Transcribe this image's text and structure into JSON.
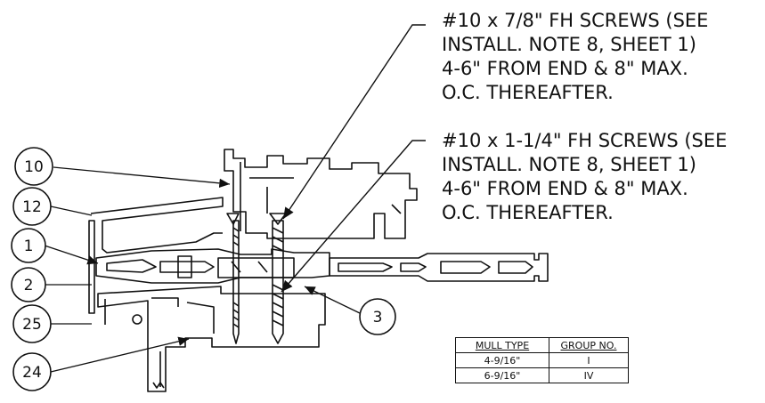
{
  "callouts": [
    {
      "tag": "10"
    },
    {
      "tag": "12"
    },
    {
      "tag": "1"
    },
    {
      "tag": "2"
    },
    {
      "tag": "25"
    },
    {
      "tag": "24"
    },
    {
      "tag": "3"
    }
  ],
  "notes": [
    {
      "lines": [
        "#10 x 7/8\" FH SCREWS (SEE",
        "INSTALL. NOTE 8, SHEET 1)",
        "4-6\" FROM END & 8\" MAX.",
        "O.C. THEREAFTER."
      ]
    },
    {
      "lines": [
        "#10 x 1-1/4\" FH SCREWS (SEE",
        "INSTALL. NOTE 8, SHEET 1)",
        "4-6\" FROM END & 8\" MAX.",
        "O.C. THEREAFTER."
      ]
    }
  ],
  "mull_table": {
    "headers": [
      "MULL TYPE",
      "GROUP NO."
    ],
    "rows": [
      [
        "4-9/16\"",
        "I"
      ],
      [
        "6-9/16\"",
        "IV"
      ]
    ]
  }
}
